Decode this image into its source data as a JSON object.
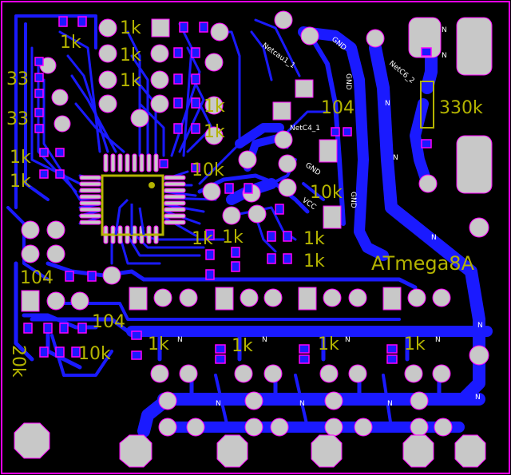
{
  "colors": {
    "background": "#000000",
    "copper": "#1a1aff",
    "pad": "#c8c8c8",
    "silkscreen": "#b4b400",
    "outline": "#ff00ff",
    "pad_border": "#ff00ff"
  },
  "silk_labels": {
    "r_1k_a": "1k",
    "r_1k_b": "1k",
    "r_1k_c": "1k",
    "r_1k_d": "1k",
    "r_1k_e": "1k",
    "r_1k_f": "1k",
    "r_33_a": "33",
    "r_33_b": "33",
    "c_104_a": "104",
    "r_1k_g": "1k",
    "r_1k_h": "1k",
    "r_10k_a": "10k",
    "r_10k_b": "10k",
    "r_330k": "330k",
    "r_1k_i": "1k",
    "r_1k_j": "1k",
    "r_1k_k": "1k",
    "r_1k_l": "1k",
    "mcu": "ATmega8A",
    "c_104_b": "104",
    "c_104_c": "104",
    "r_20k": "20k",
    "r_10k_c": "10k",
    "r_1k_m": "1k",
    "r_1k_n": "1k",
    "r_1k_o": "1k",
    "r_1k_p": "1k"
  },
  "net_labels": {
    "netcau1": "Netcau1_1",
    "gnd_a": "GND",
    "gnd_b": "GND",
    "netc6": "NetC6_2",
    "netc4": "NetC4_1",
    "gnd_c": "GND",
    "gnd_d": "GND",
    "vcc": "VCC",
    "n_a": "N",
    "n_b": "N",
    "n_c": "N",
    "n_d": "N",
    "n_e": "N",
    "n_f": "N",
    "n_g": "N",
    "n_h": "N",
    "n_i": "N",
    "n_j": "N",
    "n_k": "N",
    "n_l": "N",
    "n_m": "N",
    "n_n": "N"
  }
}
